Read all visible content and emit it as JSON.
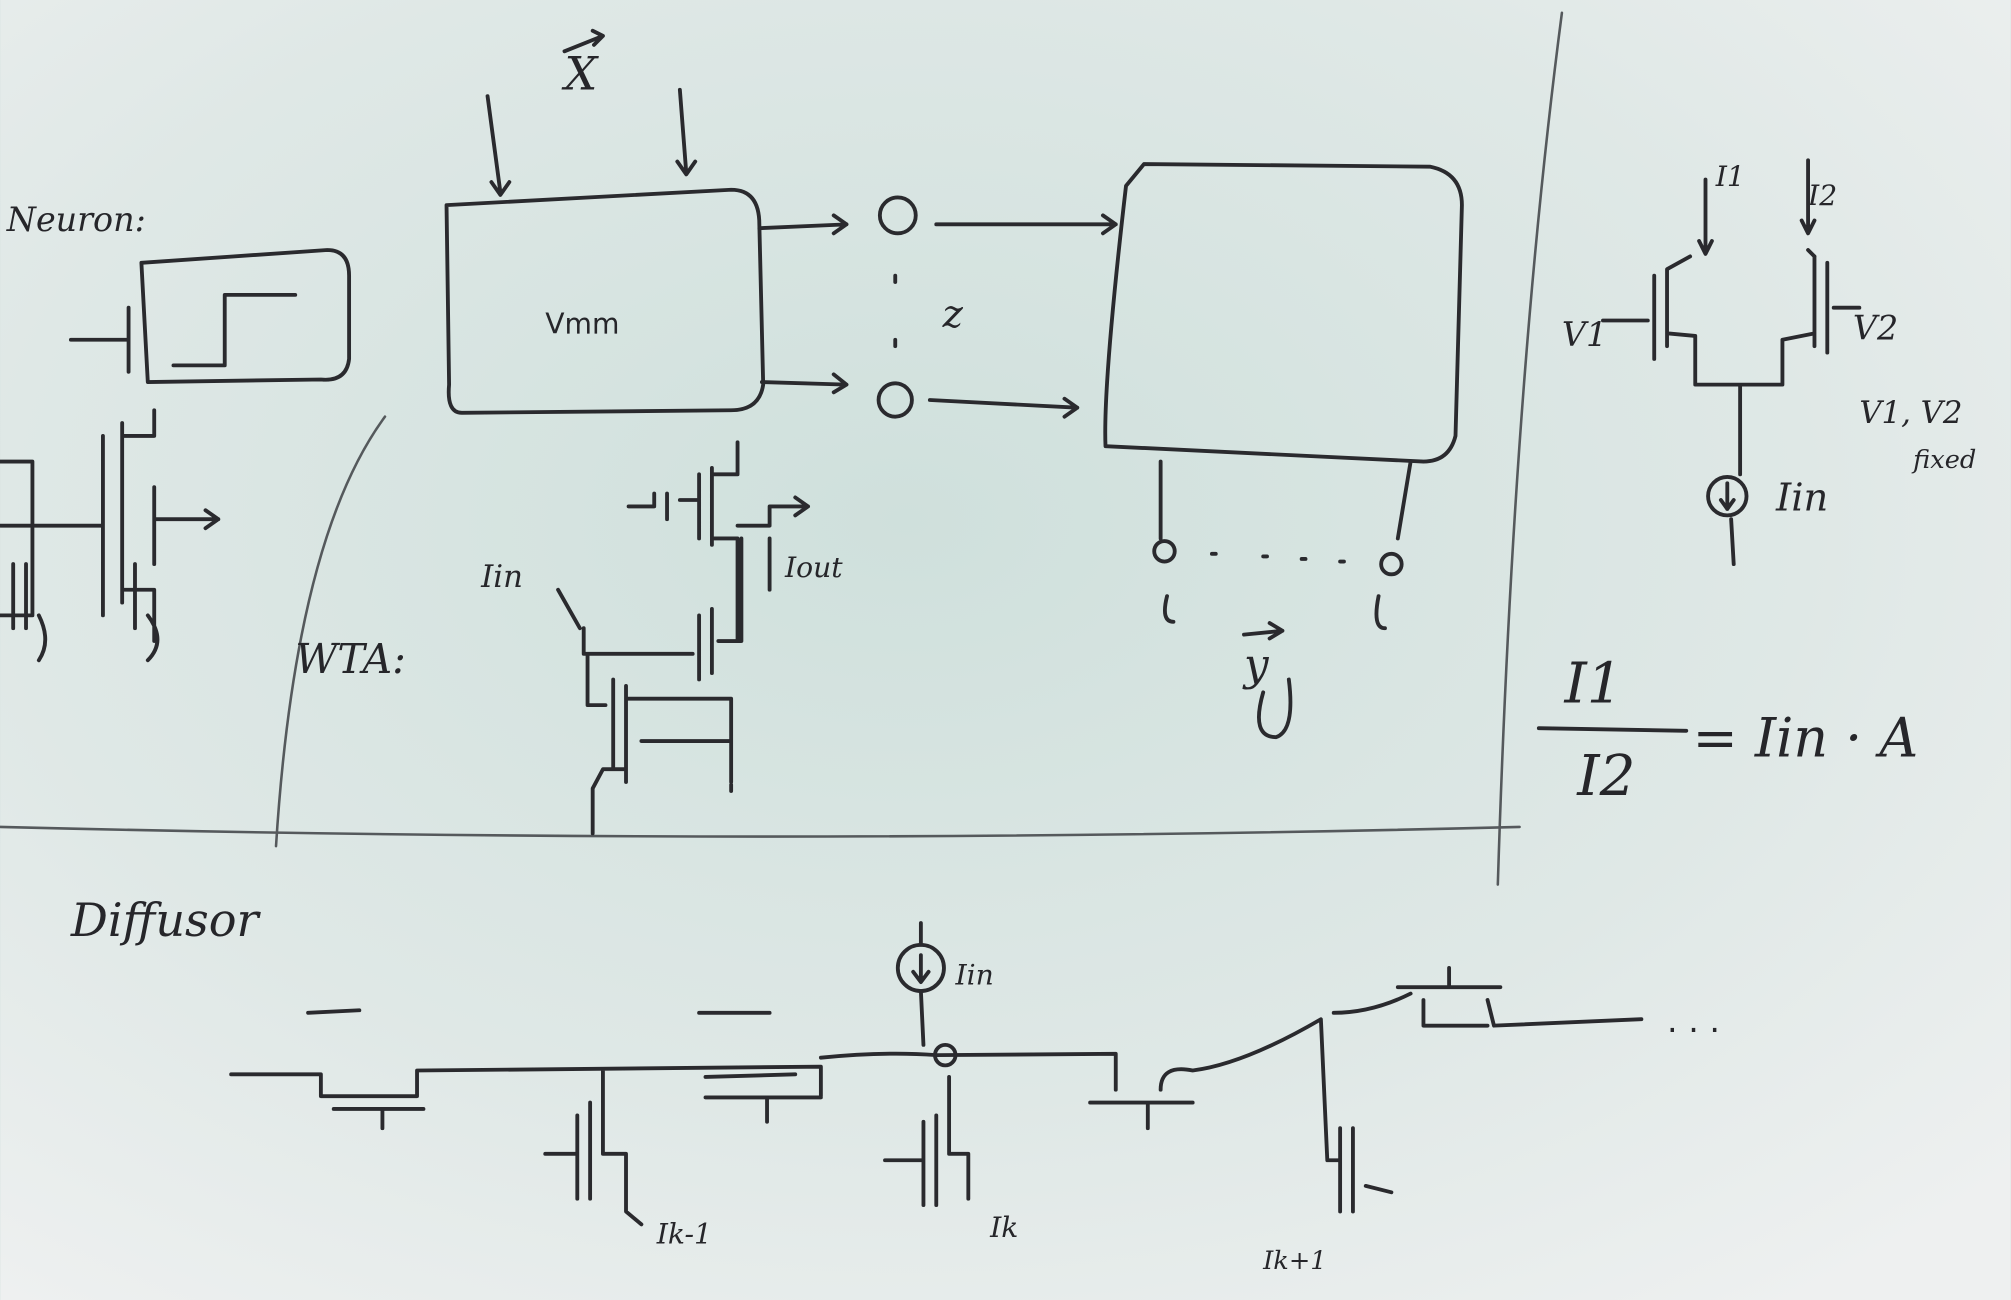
{
  "board": {
    "neuron_label": "Neuron:",
    "x_vector": "X",
    "vmm_label": "Vmm",
    "z_vector": "z",
    "wta_label": "WTA:",
    "wta_iin": "Iin",
    "wta_iout": "Iout",
    "y_vector": "y",
    "diffpair": {
      "i1": "I1",
      "i2": "I2",
      "v1": "V1",
      "v2": "V2",
      "fixed_note": "V1, V2",
      "fixed_word": "fixed",
      "iin": "Iin"
    },
    "equation": {
      "numerator": "I1",
      "denominator": "I2",
      "rhs": "= Iin · A"
    },
    "diffusor": {
      "title": "Diffusor",
      "iin": "Iin",
      "ik_minus": "Ik-1",
      "ik": "Ik",
      "ik_plus": "Ik+1",
      "ellipsis": ". . ."
    }
  },
  "colors": {
    "board": "#d9e4e2",
    "ink": "#2a2a2e"
  }
}
